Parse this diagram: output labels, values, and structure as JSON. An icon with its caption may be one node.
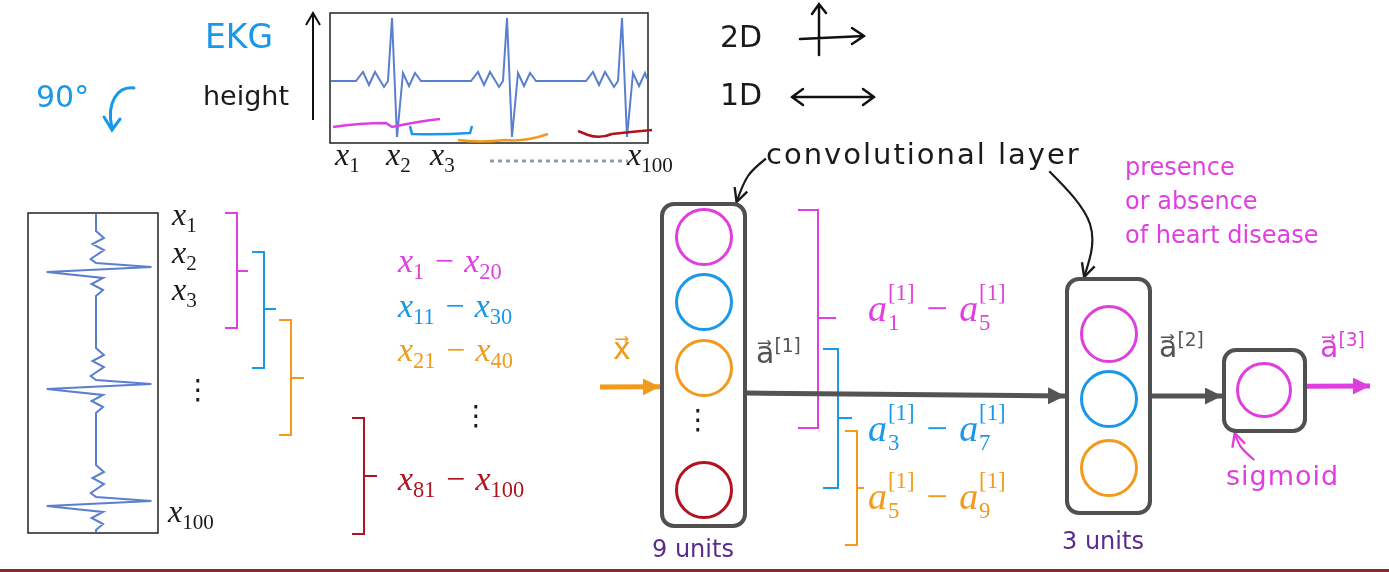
{
  "diagram": {
    "nodes": [
      {
        "text": [
          "convolutional layer"
        ]
      },
      {
        "text": [
          "⋮"
        ],
        "beside": [
          "9 units"
        ]
      },
      {
        "text": [],
        "shape": "circle",
        "in": 1
      },
      {
        "text": [],
        "shape": "circle",
        "in": 1
      },
      {
        "text": [],
        "shape": "circle",
        "in": 1
      },
      {
        "text": [],
        "shape": "circle",
        "in": 1
      },
      {
        "text": [],
        "shape": "box",
        "beside": [
          "3 units"
        ]
      },
      {
        "text": [],
        "shape": "circle",
        "in": 6
      },
      {
        "text": [],
        "shape": "circle",
        "in": 6
      },
      {
        "text": [],
        "shape": "circle",
        "in": 6
      },
      {
        "text": [],
        "shape": "box"
      },
      {
        "text": [],
        "shape": "circle",
        "in": 10
      },
      {
        "text": [
          "sigmoid"
        ]
      }
    ],
    "edges": [
      {
        "from": 0,
        "to": 1,
        "arrow": "to"
      },
      {
        "from": 0,
        "to": 6,
        "arrow": "to"
      },
      {
        "from": null,
        "to": 1,
        "arrow": "to",
        "label": "x⃗",
        "color": "#f29a1c"
      },
      {
        "from": 1,
        "to": 6,
        "arrow": "to",
        "label": "a⃗$^{[1]}$"
      },
      {
        "from": 6,
        "to": 10,
        "arrow": "to",
        "label": "a⃗$^{[2]}$"
      },
      {
        "from": 10,
        "to": null,
        "arrow": "to",
        "label": "a⃗$^{[3]}$",
        "color": "#e03fdf"
      },
      {
        "from": 12,
        "to": 10,
        "arrow": "to",
        "color": "#e03fdf"
      }
    ],
    "labels": [
      "EKG",
      "2D",
      "90°",
      "height",
      "1D",
      "x$_{1}$",
      "x$_{2}$",
      "x$_{3}$",
      "x$_{100}$",
      "presence or absence of heart disease",
      "x$_{1}$",
      "x$_{2}$",
      "x$_{3}$",
      "⋮",
      "x$_{100}$",
      "x$_{1}$ − x$_{20}$",
      "x$_{11}$ − x$_{30}$",
      "x$_{21}$ − x$_{40}$",
      "⋮",
      "x$_{81}$ − x$_{100}$",
      "a$_{1}$$^{[1]}$ − a$_{5}$$^{[1]}$",
      "a$_{3}$$^{[1]}$ − a$_{7}$$^{[1]}$",
      "a$_{5}$$^{[1]}$ − a$_{9}$$^{[1]}$"
    ]
  }
}
